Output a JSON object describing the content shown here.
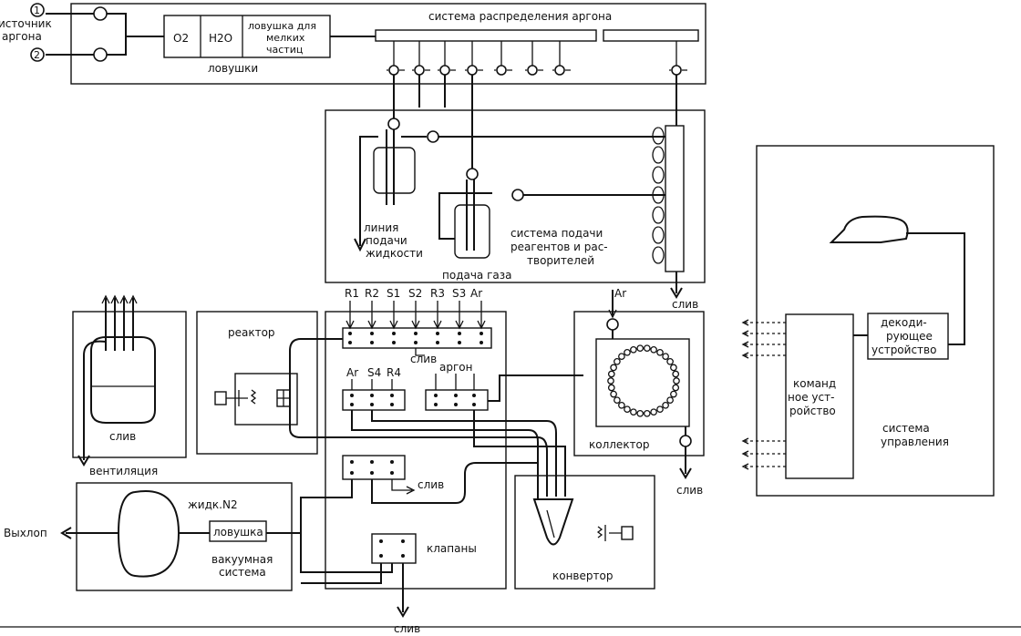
{
  "labels": {
    "argon_source_line1": "источник",
    "argon_source_line2": "аргона",
    "circle_1": "1",
    "circle_2": "2",
    "o2": "O2",
    "h2o": "H2O",
    "particle_trap_1": "ловушка для",
    "particle_trap_2": "мелких",
    "particle_trap_3": "частиц",
    "traps": "ловушки",
    "argon_distribution": "система распределения аргона",
    "liquid_line_1": "линия",
    "liquid_line_2": "подачи",
    "liquid_line_3": "жидкости",
    "reagent_system_1": "система подачи",
    "reagent_system_2": "реагентов и рас-",
    "reagent_system_3": "творителей",
    "gas_feed": "подача газа",
    "drain_right_top": "слив",
    "ar_top": "Ar",
    "ports_top": [
      "R1",
      "R2",
      "S1",
      "S2",
      "R3",
      "S3",
      "Ar"
    ],
    "drain_valve_top": "слив",
    "ports_mid": [
      "Ar",
      "S4",
      "R4"
    ],
    "argon_mid": "аргон",
    "reactor": "реактор",
    "drain_left_box": "слив",
    "ventilation": "вентиляция",
    "collector": "коллектор",
    "drain_collector": "слив",
    "drain_middle": "слив",
    "liquid_n2": "жидк.N2",
    "trap": "ловушка",
    "vacuum_1": "вакуумная",
    "vacuum_2": "система",
    "exhaust": "Выхлоп",
    "valves": "клапаны",
    "converter": "конвертор",
    "drain_bottom": "слив",
    "decoder_1": "декоди-",
    "decoder_2": "рующее",
    "decoder_3": "устройство",
    "command_1": "команд",
    "command_2": "ное уст-",
    "command_3": "ройство",
    "control_1": "система",
    "control_2": "управления"
  }
}
